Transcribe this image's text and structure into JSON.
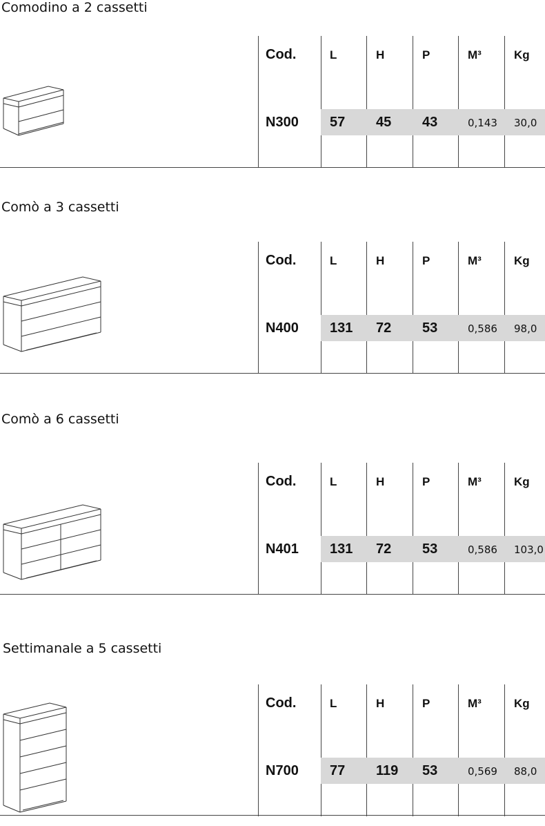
{
  "table_headers": {
    "cod": "Cod.",
    "l": "L",
    "h": "H",
    "p": "P",
    "m3": "M³",
    "kg": "Kg"
  },
  "products": [
    {
      "title": "Comodino a 2 cassetti",
      "code": "N300",
      "l": "57",
      "h": "45",
      "p": "43",
      "m3": "0,143",
      "kg": "30,0"
    },
    {
      "title": "Comò a 3 cassetti",
      "code": "N400",
      "l": "131",
      "h": "72",
      "p": "53",
      "m3": "0,586",
      "kg": "98,0"
    },
    {
      "title": "Comò a 6 cassetti",
      "code": "N401",
      "l": "131",
      "h": "72",
      "p": "53",
      "m3": "0,586",
      "kg": "103,0"
    },
    {
      "title": "Settimanale a 5 cassetti",
      "code": "N700",
      "l": "77",
      "h": "119",
      "p": "53",
      "m3": "0,569",
      "kg": "88,0"
    }
  ],
  "colors": {
    "band": "#d8d8d8",
    "lines": "#444444",
    "text": "#111111"
  }
}
